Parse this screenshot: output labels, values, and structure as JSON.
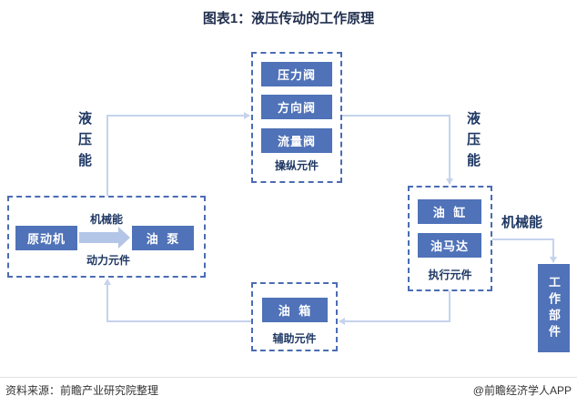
{
  "title": "图表1：液压传动的工作原理",
  "control": {
    "label": "操纵元件",
    "items": [
      "压力阀",
      "方向阀",
      "流量阀"
    ]
  },
  "power": {
    "label": "动力元件",
    "source": "原动机",
    "pump": "油  泵",
    "arrow_label": "机械能"
  },
  "actuator": {
    "label": "执行元件",
    "items": [
      "油  缸",
      "油马达"
    ]
  },
  "auxiliary": {
    "label": "辅助元件",
    "items": [
      "油  箱"
    ]
  },
  "work_part": "工作部件",
  "flow_labels": {
    "left": "液压能",
    "right": "液压能",
    "output": "机械能"
  },
  "footer": {
    "source": "资料来源：前瞻产业研究院整理",
    "brand": "@前瞻经济学人APP"
  },
  "colors": {
    "node_fill": "#4f72b8",
    "group_border": "#4a6cb3",
    "connector": "#c5d3ec",
    "label": "#1f3864"
  }
}
